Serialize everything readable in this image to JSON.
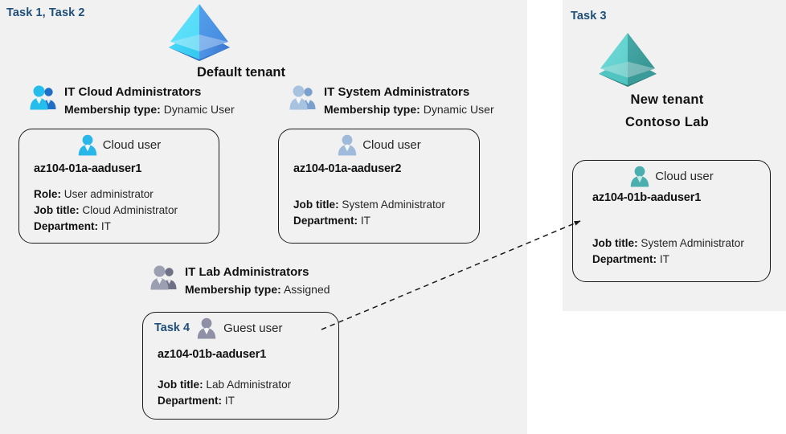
{
  "diagram": {
    "title": "Azure AD tenant, groups and users lab diagram",
    "colors": {
      "panel_background": "#f1f1f1",
      "page_background": "#ffffff",
      "task_label": "#1f4e79",
      "card_border": "#1a1a1a",
      "tenant_default_primary": "#4fd8f8",
      "tenant_default_secondary": "#4a90e2",
      "tenant_new_primary": "#54cfcb",
      "tenant_new_secondary": "#3f9e9b",
      "icon_cloud_user_bright": "#29b6e8",
      "icon_cloud_user_muted": "#9fbada",
      "icon_guest_user_gray": "#8f90a6",
      "icon_cloud_user_teal": "#4aafae"
    }
  },
  "left_panel": {
    "task_label": "Task 1, Task 2",
    "tenant": {
      "icon": "azure-ad-tenant-icon",
      "name": "Default tenant"
    },
    "groups": [
      {
        "icon": "group-users-icon",
        "title": "IT Cloud Administrators",
        "meta_key": "Membership type:",
        "meta_value": "Dynamic User",
        "card": {
          "usertype_icon": "cloud-user-icon",
          "usertype_label": "Cloud user",
          "username": "az104-01a-aaduser1",
          "attributes": [
            {
              "key": "Role:",
              "value": "User administrator"
            },
            {
              "key": "Job title:",
              "value": "Cloud Administrator"
            },
            {
              "key": "Department:",
              "value": "IT"
            }
          ]
        }
      },
      {
        "icon": "group-users-icon",
        "title": "IT System Administrators",
        "meta_key": "Membership type:",
        "meta_value": "Dynamic User",
        "card": {
          "usertype_icon": "cloud-user-icon",
          "usertype_label": "Cloud user",
          "username": "az104-01a-aaduser2",
          "attributes": [
            {
              "key": "Job title:",
              "value": "System Administrator"
            },
            {
              "key": "Department:",
              "value": "IT"
            }
          ]
        }
      },
      {
        "icon": "group-users-icon",
        "title": "IT Lab Administrators",
        "meta_key": "Membership type:",
        "meta_value": "Assigned",
        "card": {
          "inline_task_label": "Task 4",
          "usertype_icon": "guest-user-icon",
          "usertype_label": "Guest user",
          "username": "az104-01b-aaduser1",
          "attributes": [
            {
              "key": "Job title:",
              "value": "Lab Administrator"
            },
            {
              "key": "Department:",
              "value": "IT"
            }
          ]
        }
      }
    ]
  },
  "right_panel": {
    "task_label": "Task 3",
    "tenant": {
      "icon": "azure-ad-tenant-icon",
      "name_line1": "New  tenant",
      "name_line2": "Contoso Lab"
    },
    "card": {
      "usertype_icon": "cloud-user-icon",
      "usertype_label": "Cloud user",
      "username": "az104-01b-aaduser1",
      "attributes": [
        {
          "key": "Job title:",
          "value": "System Administrator"
        },
        {
          "key": "Department:",
          "value": "IT"
        }
      ]
    }
  },
  "connector": {
    "style": "dashed-arrow",
    "from": "guest-user-card",
    "to": "new-tenant-cloud-user-card"
  }
}
